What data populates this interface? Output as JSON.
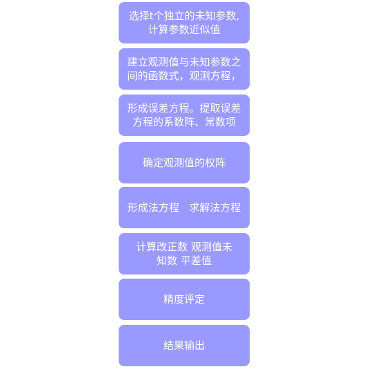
{
  "steps": [
    {
      "text": "选择t个独立的未知参数,\n计算参数近似值"
    },
    {
      "text": "建立观测值与未知参数之\n间的函数式，观测方程，"
    },
    {
      "text": "形成误差方程。提取误差\n方程的系数阵、常数项"
    },
    {
      "text": "确定观测值的权阵"
    },
    {
      "text": "形成法方程   求解法方程"
    },
    {
      "text": "计算改正数    观测值未\n知数 平差值"
    },
    {
      "text": "精度评定"
    },
    {
      "text": "结果输出"
    }
  ]
}
